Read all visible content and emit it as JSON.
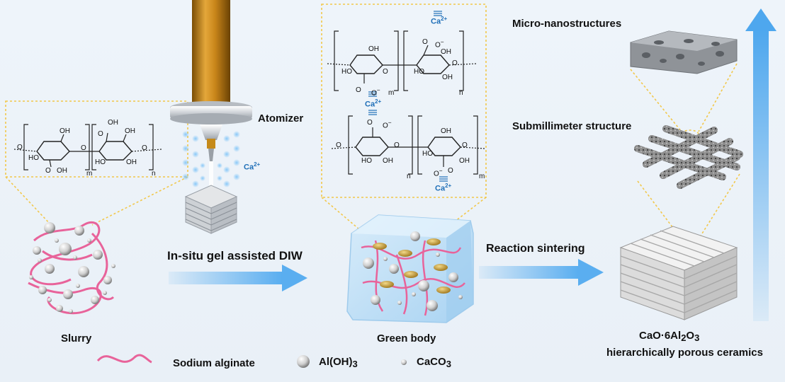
{
  "labels": {
    "atomizer": "Atomizer",
    "micro_nano": "Micro-nanostructures",
    "submillimeter": "Submillimeter structure",
    "in_situ": "In-situ gel assisted DIW",
    "reaction": "Reaction sintering",
    "slurry": "Slurry",
    "green_body": "Green body",
    "product_formula_prefix": "CaO·6Al",
    "product_formula_sub1": "2",
    "product_formula_mid": "O",
    "product_formula_sub2": "3",
    "product_name": "hierarchically porous ceramics"
  },
  "ions": {
    "ca_base": "Ca",
    "ca_charge": "2+"
  },
  "legend": {
    "sodium_alginate": "Sodium alginate",
    "aloh3_prefix": "Al(OH)",
    "aloh3_sub": "3",
    "caco3_prefix": "CaCO",
    "caco3_sub": "3"
  },
  "chem_text": {
    "oh": "OH",
    "ho": "HO",
    "o": "O",
    "o_minus": "O",
    "minus": "−",
    "m": "m",
    "n": "n"
  },
  "colors": {
    "alginate": "#e8639a",
    "calcium": "#1f6fb8",
    "arrow": "#6fb6ee",
    "dotted_box": "#f2c84b",
    "ceramic": "#d9d9d9",
    "nozzle": "#c58a1a"
  }
}
